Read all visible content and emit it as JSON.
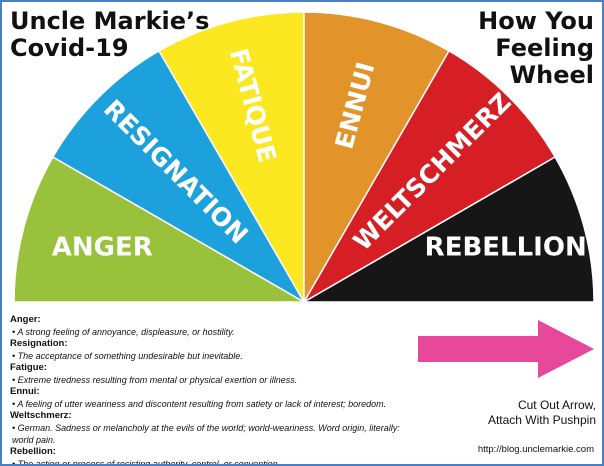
{
  "title_left": [
    "Uncle Markie’s",
    "Covid-19"
  ],
  "title_right": [
    "How You",
    "Feeling",
    "Wheel"
  ],
  "wheel": {
    "segments": [
      {
        "label": "ANGER",
        "color": "#9ac13c"
      },
      {
        "label": "RESIGNATION",
        "color": "#1ca1dc"
      },
      {
        "label": "FATIQUE",
        "color": "#fbe820"
      },
      {
        "label": "ENNUI",
        "color": "#e2932a"
      },
      {
        "label": "WELTSCHMERZ",
        "color": "#d51f25"
      },
      {
        "label": "REBELLION",
        "color": "#161616"
      }
    ]
  },
  "definitions": [
    {
      "term": "Anger:",
      "text": "• A strong feeling of annoyance, displeasure, or hostility."
    },
    {
      "term": "Resignation:",
      "text": "• The acceptance of something undesirable but inevitable."
    },
    {
      "term": "Fatigue:",
      "text": "• Extreme tiredness resulting from mental or physical exertion or illness."
    },
    {
      "term": "Ennui:",
      "text": "• A feeling of utter weariness and discontent resulting from satiety or lack of interest; boredom."
    },
    {
      "term": "Weltschmerz:",
      "text": "• German. Sadness or melancholy at the evils of the world; world-weariness. Word origin, literally: world pain."
    },
    {
      "term": "Rebellion:",
      "text": "• The action or process of resisting authority, control, or convention."
    }
  ],
  "arrow": {
    "color": "#e8489a",
    "caption": [
      "Cut Out Arrow,",
      "Attach With Pushpin"
    ]
  },
  "url": "http://blog.unclemarkie.com"
}
